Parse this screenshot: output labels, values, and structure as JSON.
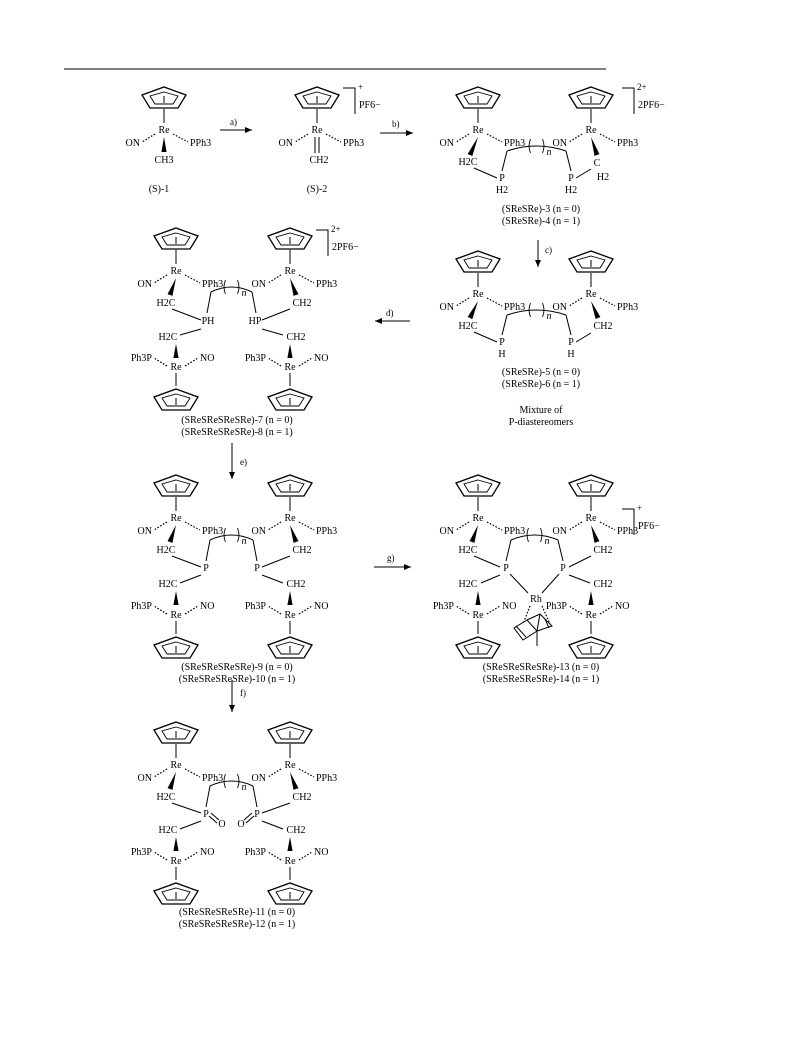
{
  "compounds": {
    "c1": "(S)-1",
    "c2": "(S)-2",
    "c3": "(SReSRe)-3 (n = 0)",
    "c4": "(SReSRe)-4 (n = 1)",
    "c5": "(SReSRe)-5 (n = 0)",
    "c6": "(SReSRe)-6 (n = 1)",
    "c7": "(SReSReSReSRe)-7 (n = 0)",
    "c8": "(SReSReSReSRe)-8 (n = 1)",
    "c9": "(SReSReSReSRe)-9 (n = 0)",
    "c10": "(SReSReSReSRe)-10 (n = 1)",
    "c11": "(SReSReSReSRe)-11 (n = 0)",
    "c12": "(SReSReSReSRe)-12 (n = 1)",
    "c13": "(SReSReSReSRe)-13 (n = 0)",
    "c14": "(SReSReSReSRe)-14 (n = 1)"
  },
  "mixture_line1": "Mixture of",
  "mixture_line2": "P-diastereomers",
  "steps": {
    "a": "a)",
    "b": "b)",
    "c": "c)",
    "d": "d)",
    "e": "e)",
    "f": "f)",
    "g": "g)"
  },
  "counterions": {
    "pf6": "PF6",
    "two_pf6": "2PF6",
    "plus": "+",
    "two_plus": "2+"
  },
  "atoms": {
    "re": "Re",
    "on": "ON",
    "no": "NO",
    "pph3": "PPh3",
    "ph3p": "Ph3P",
    "ch3": "CH3",
    "ch2": "CH2",
    "h2c": "H2C",
    "c": "C",
    "h2": "H2",
    "p": "P",
    "h": "H",
    "ph": "PH",
    "hp": "HP",
    "rh": "Rh",
    "o": "O",
    "n": "n"
  }
}
